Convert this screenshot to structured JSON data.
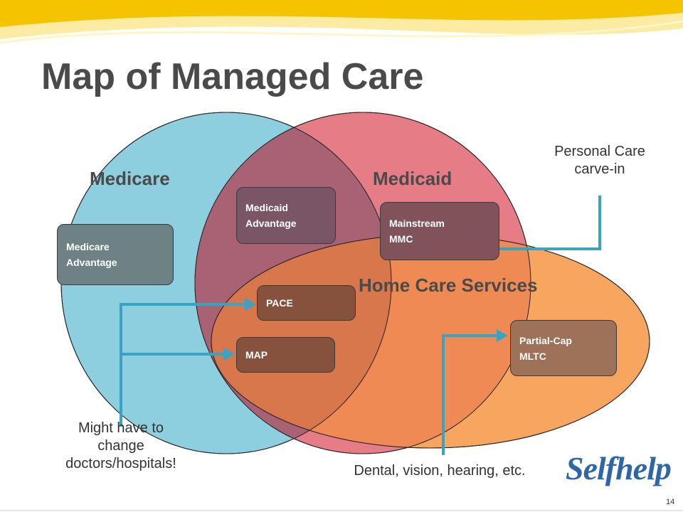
{
  "title": "Map of Managed Care",
  "sets": {
    "medicare": "Medicare",
    "medicaid": "Medicaid",
    "home_care": "Home Care Services"
  },
  "boxes": {
    "medicare_advantage": [
      "Medicare",
      "Advantage"
    ],
    "medicaid_advantage": [
      "Medicaid",
      "Advantage"
    ],
    "mainstream_mmc": [
      "Mainstream",
      "MMC"
    ],
    "pace": "PACE",
    "map": "MAP",
    "partial_cap_mltc": [
      "Partial-Cap",
      "MLTC"
    ]
  },
  "notes": {
    "personal_care": [
      "Personal Care",
      "carve-in"
    ],
    "change_doctors": [
      "Might have to",
      "change",
      "doctors/hospitals!"
    ],
    "dental": "Dental, vision, hearing, etc."
  },
  "logo_text": "Selfhelp",
  "page_number": "14",
  "colors": {
    "medicare_circle": "#8ecfdf",
    "medicaid_circle": "#e67c85",
    "home_care_ellipse": "#f7a55f",
    "box_fill": "#7a4f3f",
    "arrow": "#3aa3c2",
    "banner": "#f5c400"
  }
}
